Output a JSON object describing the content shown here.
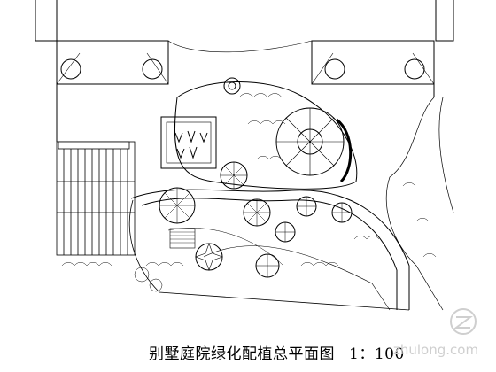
{
  "drawing": {
    "title": "别墅庭院绿化配植总平面图",
    "scale": "1：100"
  },
  "watermark": {
    "text": "zhulong.com"
  },
  "colors": {
    "line": "#000000",
    "background": "#ffffff",
    "watermark": "#cfcfcf"
  }
}
